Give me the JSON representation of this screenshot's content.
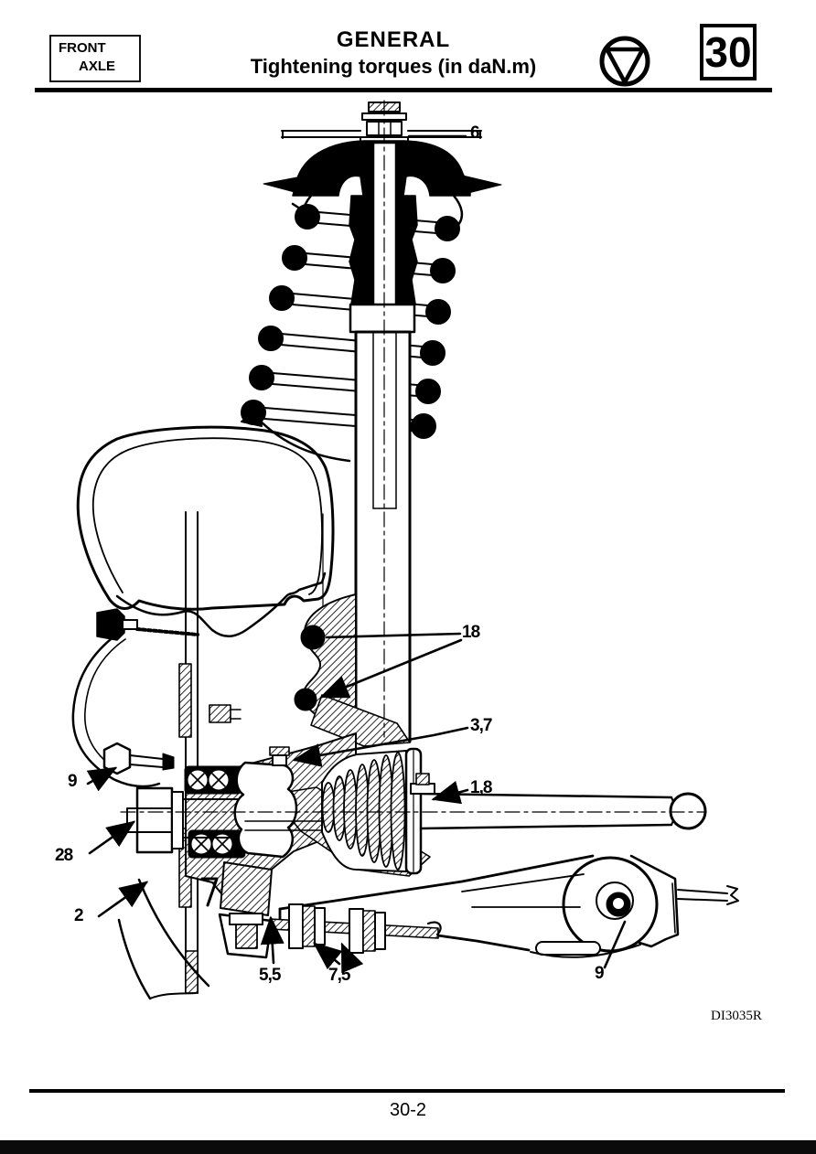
{
  "header": {
    "section_line1": "FRONT",
    "section_line2": "AXLE",
    "title": "GENERAL",
    "subtitle": "Tightening torques (in daN.m)",
    "chapter_number": "30",
    "logo_icon": "circle-inverted-triangle-brand-mark"
  },
  "figure": {
    "reference": "DI3035R",
    "callouts": [
      {
        "part": "strut-upper-nut",
        "value": "6"
      },
      {
        "part": "strut-to-hub-carrier-bolts",
        "value": "18"
      },
      {
        "part": "track-rod-inner-joint",
        "value": "3,7"
      },
      {
        "part": "track-rod-locknut",
        "value": "1,8"
      },
      {
        "part": "wheel-bolt",
        "value": "9"
      },
      {
        "part": "driveshaft-hub-nut",
        "value": "28"
      },
      {
        "part": "disc-retaining-screw",
        "value": "2"
      },
      {
        "part": "lower-ball-joint",
        "value": "5,5"
      },
      {
        "part": "anti-roll-bar-link-nuts",
        "value": "7,5"
      },
      {
        "part": "lower-arm-pivot-bolt",
        "value": "9"
      }
    ]
  },
  "footer": {
    "page_number": "30-2"
  }
}
